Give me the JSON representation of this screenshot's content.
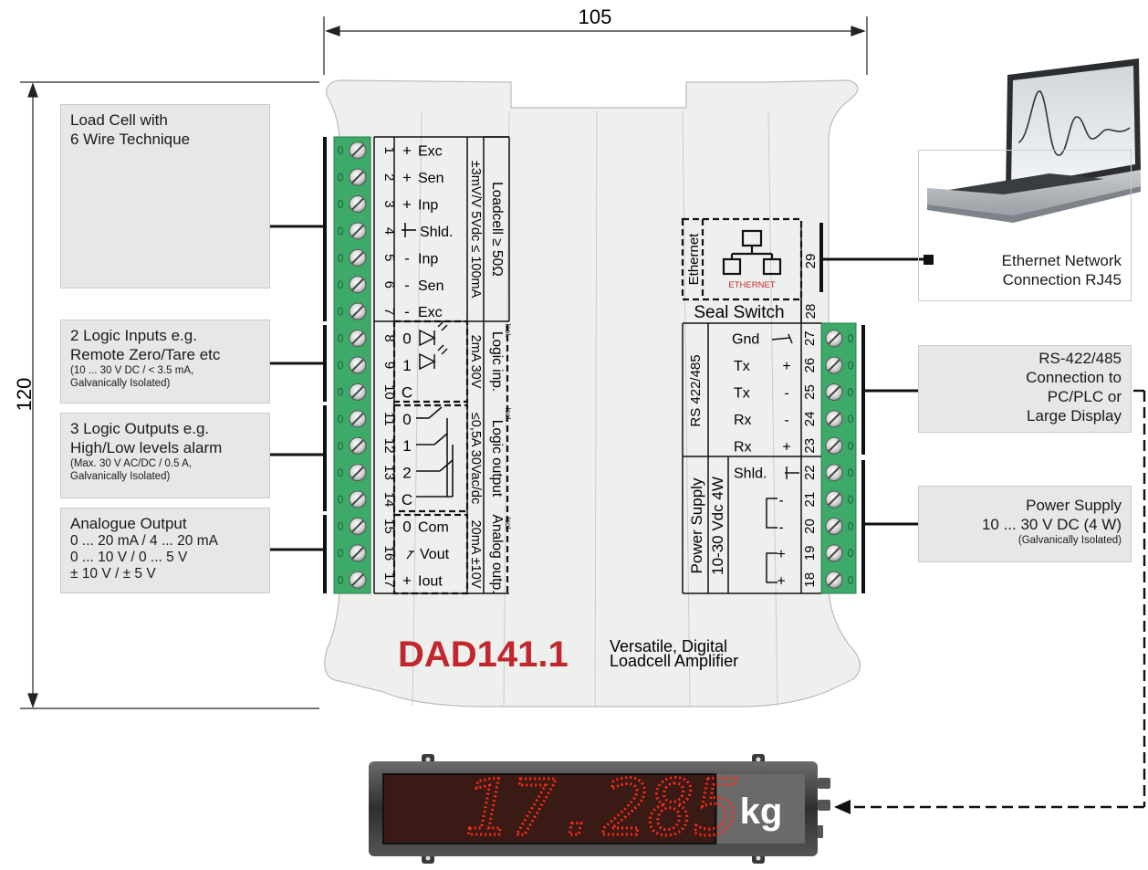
{
  "dimensions": {
    "width": "105",
    "height": "120"
  },
  "device": {
    "model": "DAD141.1",
    "tagline_1": "Versatile, Digital",
    "tagline_2": "Loadcell Amplifier"
  },
  "left_boxes": [
    {
      "id": "loadcell",
      "title": [
        "Load Cell with",
        "6 Wire Technique"
      ]
    },
    {
      "id": "logic-inputs",
      "title": [
        "2 Logic Inputs e.g.",
        "Remote Zero/Tare etc"
      ],
      "note": [
        "(10 ... 30 V DC / < 3.5 mA,",
        "Galvanically Isolated)"
      ]
    },
    {
      "id": "logic-outputs",
      "title": [
        "3 Logic Outputs e.g.",
        "High/Low levels alarm"
      ],
      "note": [
        "(Max. 30 V AC/DC / 0.5 A,",
        "Galvanically Isolated)"
      ]
    },
    {
      "id": "analogue",
      "title": [
        "Analogue Output"
      ],
      "lines": [
        "0 ... 20 mA / 4 ... 20 mA",
        "0 ... 10 V / 0 ... 5 V",
        "± 10 V / ± 5 V"
      ]
    }
  ],
  "right_boxes": [
    {
      "id": "ethernet",
      "title": [
        "Ethernet Network",
        "Connection RJ45"
      ]
    },
    {
      "id": "rs485",
      "title": [
        "RS-422/485",
        "Connection to",
        "PC/PLC or",
        "Large Display"
      ]
    },
    {
      "id": "power",
      "title": [
        "Power Supply",
        "10 ... 30 V DC (4 W)"
      ],
      "note": [
        "(Galvanically Isolated)"
      ]
    }
  ],
  "left_terminals": [
    {
      "num": "1",
      "sign": "+",
      "label": "Exc"
    },
    {
      "num": "2",
      "sign": "+",
      "label": "Sen"
    },
    {
      "num": "3",
      "sign": "+",
      "label": "Inp"
    },
    {
      "num": "4",
      "sign": "",
      "label": "Shld."
    },
    {
      "num": "5",
      "sign": "-",
      "label": "Inp"
    },
    {
      "num": "6",
      "sign": "-",
      "label": "Sen"
    },
    {
      "num": "7",
      "sign": "-",
      "label": "Exc"
    },
    {
      "num": "8",
      "sign": "0",
      "label": ""
    },
    {
      "num": "9",
      "sign": "1",
      "label": ""
    },
    {
      "num": "10",
      "sign": "C",
      "label": ""
    },
    {
      "num": "11",
      "sign": "0",
      "label": ""
    },
    {
      "num": "12",
      "sign": "1",
      "label": ""
    },
    {
      "num": "13",
      "sign": "2",
      "label": ""
    },
    {
      "num": "14",
      "sign": "C",
      "label": ""
    },
    {
      "num": "15",
      "sign": "0",
      "label": "Com"
    },
    {
      "num": "16",
      "sign": "",
      "label": "Vout"
    },
    {
      "num": "17",
      "sign": "+",
      "label": "Iout"
    }
  ],
  "left_group_specs": [
    {
      "spec": "±3mV/V  5Vdc ≤ 100mA",
      "name": "Loadcell  ≥  50Ω",
      "isol": ""
    },
    {
      "spec": "2mA  30V",
      "name": "Logic inp.",
      "isol": "Isol."
    },
    {
      "spec": "≤0,5A 30Vac/dc",
      "name": "Logic output",
      "isol": "Isol."
    },
    {
      "spec": "20mA  ±10V",
      "name": "Analog outp.",
      "isol": "Isol."
    }
  ],
  "right_terminals": [
    {
      "num": "27",
      "label": "Gnd",
      "sign": ""
    },
    {
      "num": "26",
      "label": "Tx",
      "sign": "+"
    },
    {
      "num": "25",
      "label": "Tx",
      "sign": "-"
    },
    {
      "num": "24",
      "label": "Rx",
      "sign": "-"
    },
    {
      "num": "23",
      "label": "Rx",
      "sign": "+"
    },
    {
      "num": "22",
      "label": "Shld.",
      "sign": ""
    },
    {
      "num": "21",
      "label": "",
      "sign": "-"
    },
    {
      "num": "20",
      "label": "",
      "sign": "-"
    },
    {
      "num": "19",
      "label": "",
      "sign": "+"
    },
    {
      "num": "18",
      "label": "",
      "sign": "+"
    }
  ],
  "eth": {
    "vertical": "Ethernet",
    "icon_text": "ETHERNET",
    "num_29": "29",
    "num_28": "28",
    "seal": "Seal Switch"
  },
  "rs_group": {
    "name": "RS 422/485"
  },
  "pw_group": {
    "name_1": "Power Supply",
    "name_2": "10-30 Vdc 4W"
  },
  "large_display": {
    "value": "17.285",
    "unit": "kg"
  },
  "colors": {
    "brand": "#c1272d",
    "terminal": "#3daa6a",
    "panel": "#eef0ed",
    "box": "#e6e7e8",
    "led": "#ff2a1a"
  }
}
